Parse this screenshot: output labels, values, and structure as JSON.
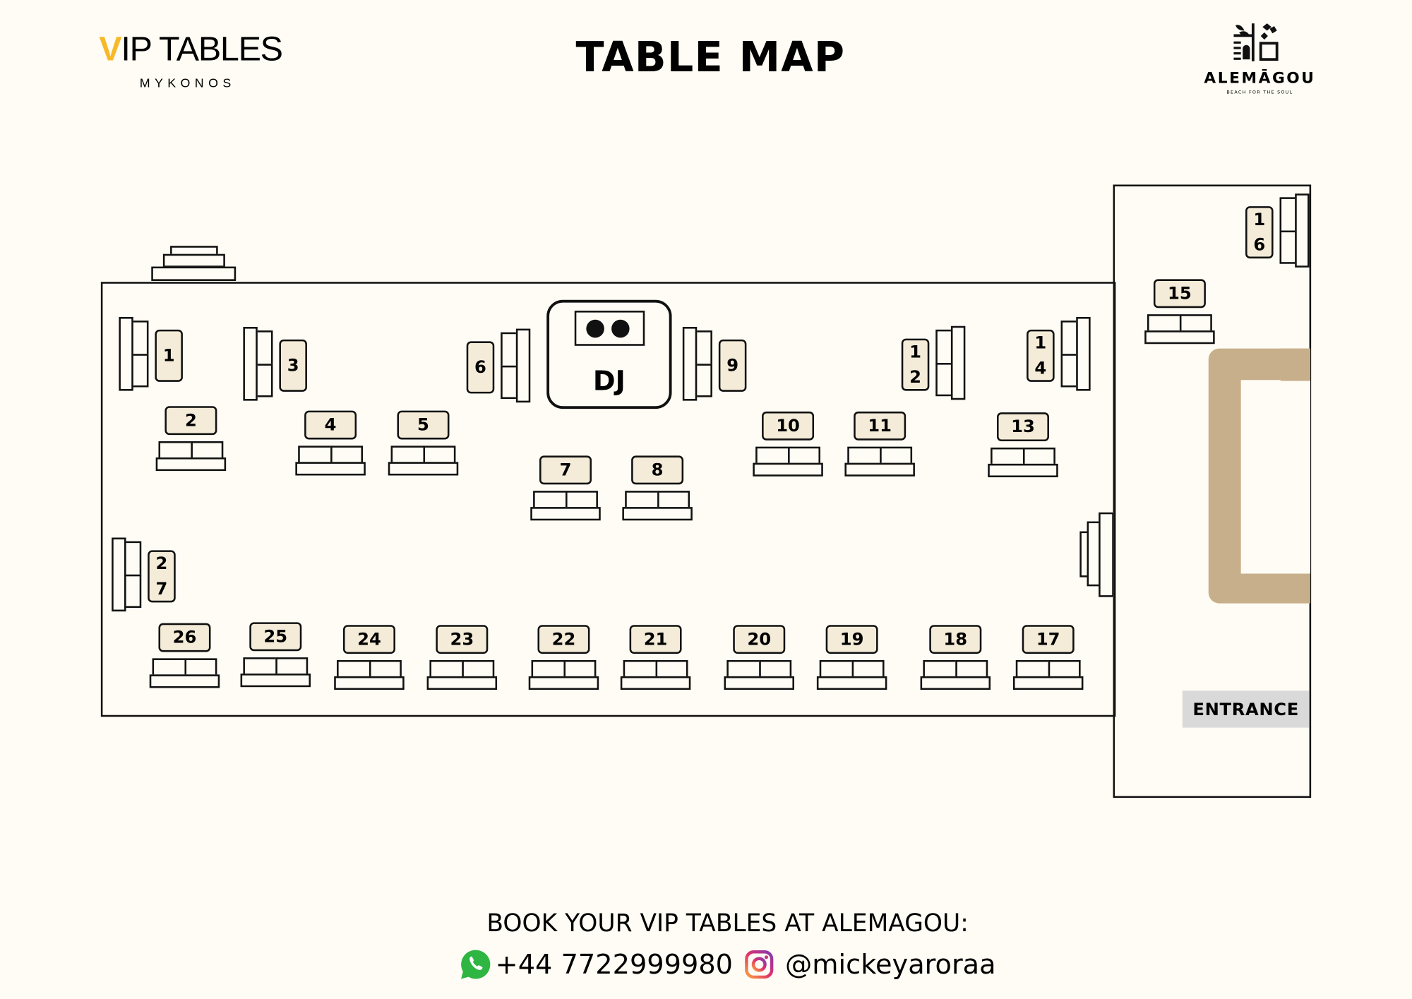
{
  "header": {
    "title": "TABLE MAP",
    "brand_left_v": "V",
    "brand_left": "IP TABLES",
    "brand_left_sub": "MYKONOS",
    "brand_right": "ALEMĀGOU",
    "brand_right_sub": "BEACH FOR THE SOUL"
  },
  "map": {
    "dj_label": "DJ",
    "entrance_label": "ENTRANCE",
    "colors": {
      "table_fill": "#F4ECD8",
      "bar": "#C6AF8A",
      "background": "#FEFCF4",
      "entrance": "#D9D9D9"
    },
    "tables": [
      {
        "id": "1",
        "label": "1"
      },
      {
        "id": "2",
        "label": "2"
      },
      {
        "id": "3",
        "label": "3"
      },
      {
        "id": "4",
        "label": "4"
      },
      {
        "id": "5",
        "label": "5"
      },
      {
        "id": "6",
        "label": "6"
      },
      {
        "id": "7",
        "label": "7"
      },
      {
        "id": "8",
        "label": "8"
      },
      {
        "id": "9",
        "label": "9"
      },
      {
        "id": "10",
        "label": "10"
      },
      {
        "id": "11",
        "label": "11"
      },
      {
        "id": "12",
        "label": "12"
      },
      {
        "id": "13",
        "label": "13"
      },
      {
        "id": "14",
        "label": "14"
      },
      {
        "id": "15",
        "label": "15"
      },
      {
        "id": "16",
        "label": "16"
      },
      {
        "id": "17",
        "label": "17"
      },
      {
        "id": "18",
        "label": "18"
      },
      {
        "id": "19",
        "label": "19"
      },
      {
        "id": "20",
        "label": "20"
      },
      {
        "id": "21",
        "label": "21"
      },
      {
        "id": "22",
        "label": "22"
      },
      {
        "id": "23",
        "label": "23"
      },
      {
        "id": "24",
        "label": "24"
      },
      {
        "id": "25",
        "label": "25"
      },
      {
        "id": "26",
        "label": "26"
      },
      {
        "id": "27",
        "label": "27"
      }
    ]
  },
  "footer": {
    "headline": "BOOK YOUR VIP TABLES AT ALEMAGOU:",
    "phone": "+44 7722999980",
    "instagram": "@mickeyaroraa",
    "phone_icon": "whatsapp-icon",
    "instagram_icon": "instagram-icon"
  }
}
